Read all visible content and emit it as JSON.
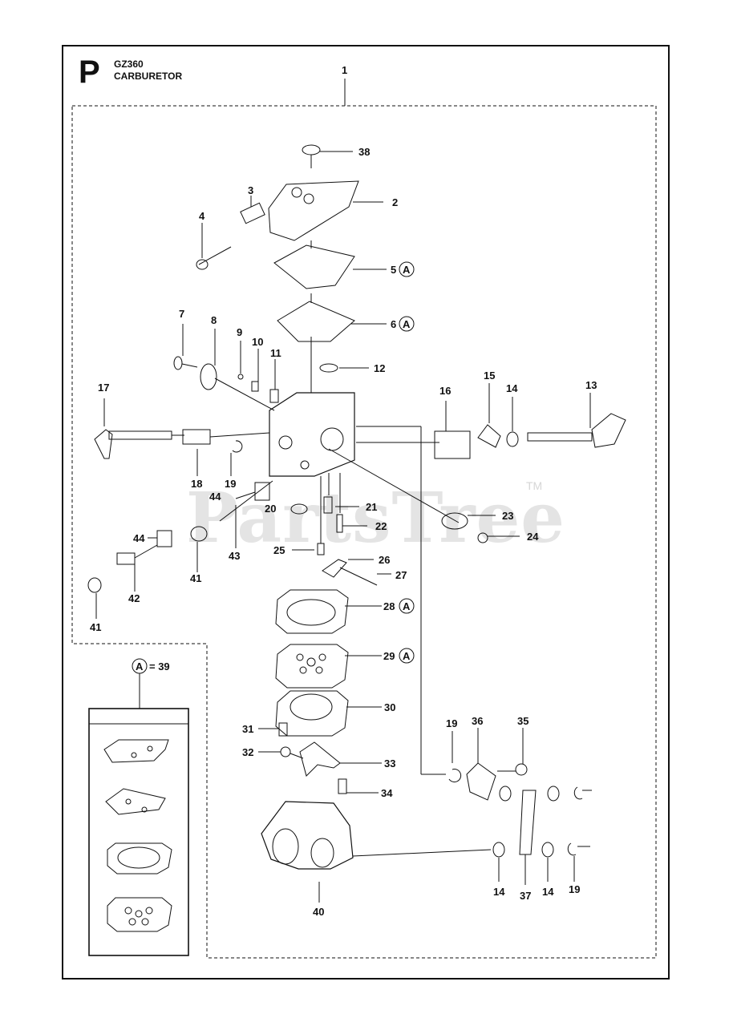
{
  "header": {
    "section_letter": "P",
    "model": "GZ360",
    "title": "CARBURETOR"
  },
  "watermark": {
    "text": "PartsTree",
    "tm": "TM"
  },
  "kit": {
    "symbol": "A",
    "equals_label": "= 39"
  },
  "callouts": [
    {
      "id": "c1",
      "text": "1"
    },
    {
      "id": "c38",
      "text": "38"
    },
    {
      "id": "c2",
      "text": "2"
    },
    {
      "id": "c3",
      "text": "3"
    },
    {
      "id": "c4",
      "text": "4"
    },
    {
      "id": "c5",
      "text": "5"
    },
    {
      "id": "c6",
      "text": "6"
    },
    {
      "id": "c7",
      "text": "7"
    },
    {
      "id": "c8",
      "text": "8"
    },
    {
      "id": "c9",
      "text": "9"
    },
    {
      "id": "c10",
      "text": "10"
    },
    {
      "id": "c11",
      "text": "11"
    },
    {
      "id": "c12",
      "text": "12"
    },
    {
      "id": "c17",
      "text": "17"
    },
    {
      "id": "c16",
      "text": "16"
    },
    {
      "id": "c15",
      "text": "15"
    },
    {
      "id": "c14a",
      "text": "14"
    },
    {
      "id": "c13",
      "text": "13"
    },
    {
      "id": "c18",
      "text": "18"
    },
    {
      "id": "c19a",
      "text": "19"
    },
    {
      "id": "c44a",
      "text": "44"
    },
    {
      "id": "c20",
      "text": "20"
    },
    {
      "id": "c21",
      "text": "21"
    },
    {
      "id": "c22",
      "text": "22"
    },
    {
      "id": "c23",
      "text": "23"
    },
    {
      "id": "c24",
      "text": "24"
    },
    {
      "id": "c25",
      "text": "25"
    },
    {
      "id": "c26",
      "text": "26"
    },
    {
      "id": "c27",
      "text": "27"
    },
    {
      "id": "c44b",
      "text": "44"
    },
    {
      "id": "c43",
      "text": "43"
    },
    {
      "id": "c41a",
      "text": "41"
    },
    {
      "id": "c42",
      "text": "42"
    },
    {
      "id": "c41b",
      "text": "41"
    },
    {
      "id": "c28",
      "text": "28"
    },
    {
      "id": "c29",
      "text": "29"
    },
    {
      "id": "c30",
      "text": "30"
    },
    {
      "id": "c31",
      "text": "31"
    },
    {
      "id": "c32",
      "text": "32"
    },
    {
      "id": "c33",
      "text": "33"
    },
    {
      "id": "c34",
      "text": "34"
    },
    {
      "id": "c19b",
      "text": "19"
    },
    {
      "id": "c36",
      "text": "36"
    },
    {
      "id": "c35",
      "text": "35"
    },
    {
      "id": "c40",
      "text": "40"
    },
    {
      "id": "c14b",
      "text": "14"
    },
    {
      "id": "c37",
      "text": "37"
    },
    {
      "id": "c14c",
      "text": "14"
    },
    {
      "id": "c19c",
      "text": "19"
    }
  ],
  "colors": {
    "line": "#111111",
    "watermark": "#e4e4e4",
    "background": "#ffffff"
  }
}
